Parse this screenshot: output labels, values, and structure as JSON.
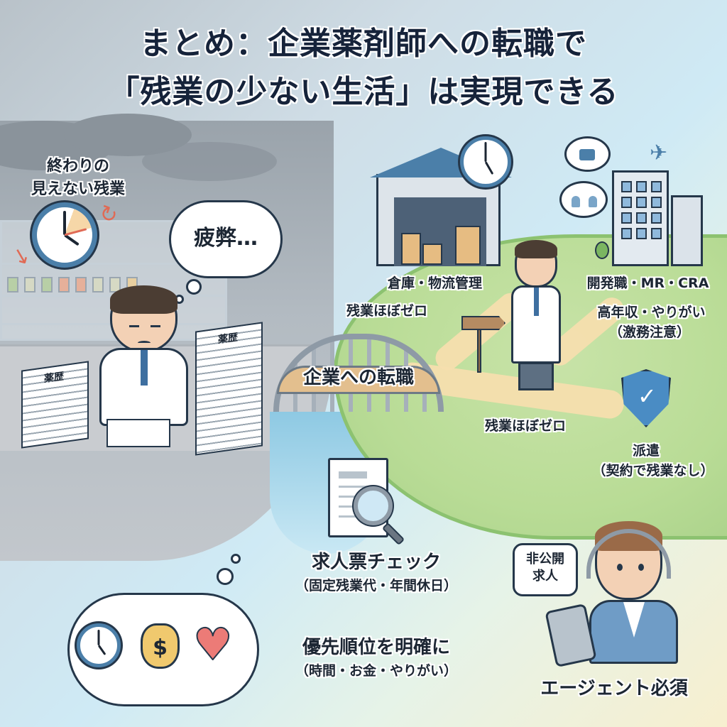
{
  "title": {
    "line1": "まとめ：企業薬剤師への転職で",
    "line2": "「残業の少ない生活」は実現できる"
  },
  "left_scene": {
    "overtime_caption_line1": "終わりの",
    "overtime_caption_line2": "見えない残業",
    "thought_text": "疲弊…",
    "document_stack_label": "薬歴",
    "icons": [
      "clock-icon",
      "red-arrow-icon",
      "pharmacist-tired-figure",
      "document-stack-icon"
    ]
  },
  "bridge": {
    "label": "企業への転職"
  },
  "right_scene": {
    "warehouse": {
      "title": "倉庫・物流管理",
      "note": "残業ほぼゼロ"
    },
    "development": {
      "title": "開発職・MR・CRA",
      "note_line1": "高年収・やりがい",
      "note_line2": "（激務注意）"
    },
    "dispatch": {
      "path_note": "残業ほぼゼロ",
      "title": "派遣",
      "note": "（契約で残業なし）"
    }
  },
  "tips": {
    "job_posting_check": {
      "title": "求人票チェック",
      "detail": "（固定残業代・年間休日）"
    },
    "priorities": {
      "title": "優先順位を明確に",
      "detail": "（時間・お金・やりがい）",
      "icons": [
        "clock-icon",
        "money-bag-icon",
        "heart-icon"
      ],
      "money_symbol": "$"
    }
  },
  "agent": {
    "speech_line1": "非公開",
    "speech_line2": "求人",
    "title": "エージェント必須"
  },
  "colors": {
    "title_text": "#16233a",
    "clock_blue": "#4b7fa9",
    "hill_green": "#b9dc96",
    "path_beige": "#f6deae",
    "shield_blue": "#4a8cc4",
    "heart_red": "#ec7b77",
    "money_gold": "#f0c96e",
    "arrow_red": "#e06a55"
  }
}
